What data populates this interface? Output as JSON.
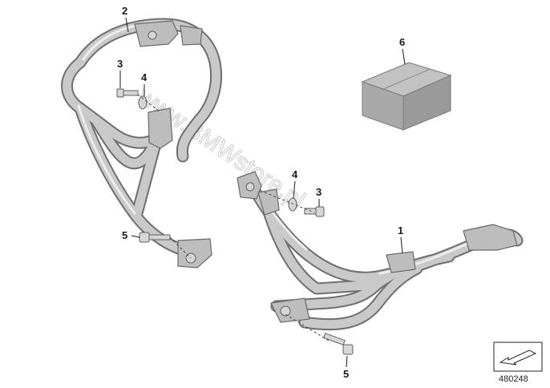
{
  "callouts": {
    "c1": "1",
    "c2": "2",
    "c3a": "3",
    "c3b": "3",
    "c4a": "4",
    "c4b": "4",
    "c5a": "5",
    "c5b": "5",
    "c6": "6"
  },
  "watermark": "www.BMWstore.pl",
  "diagram_number": "480248",
  "colors": {
    "tube_dark": "#6f6f6f",
    "tube_light": "#c9c9c9",
    "box_top": "#c2c2c2",
    "box_side": "#9a9a9a"
  }
}
